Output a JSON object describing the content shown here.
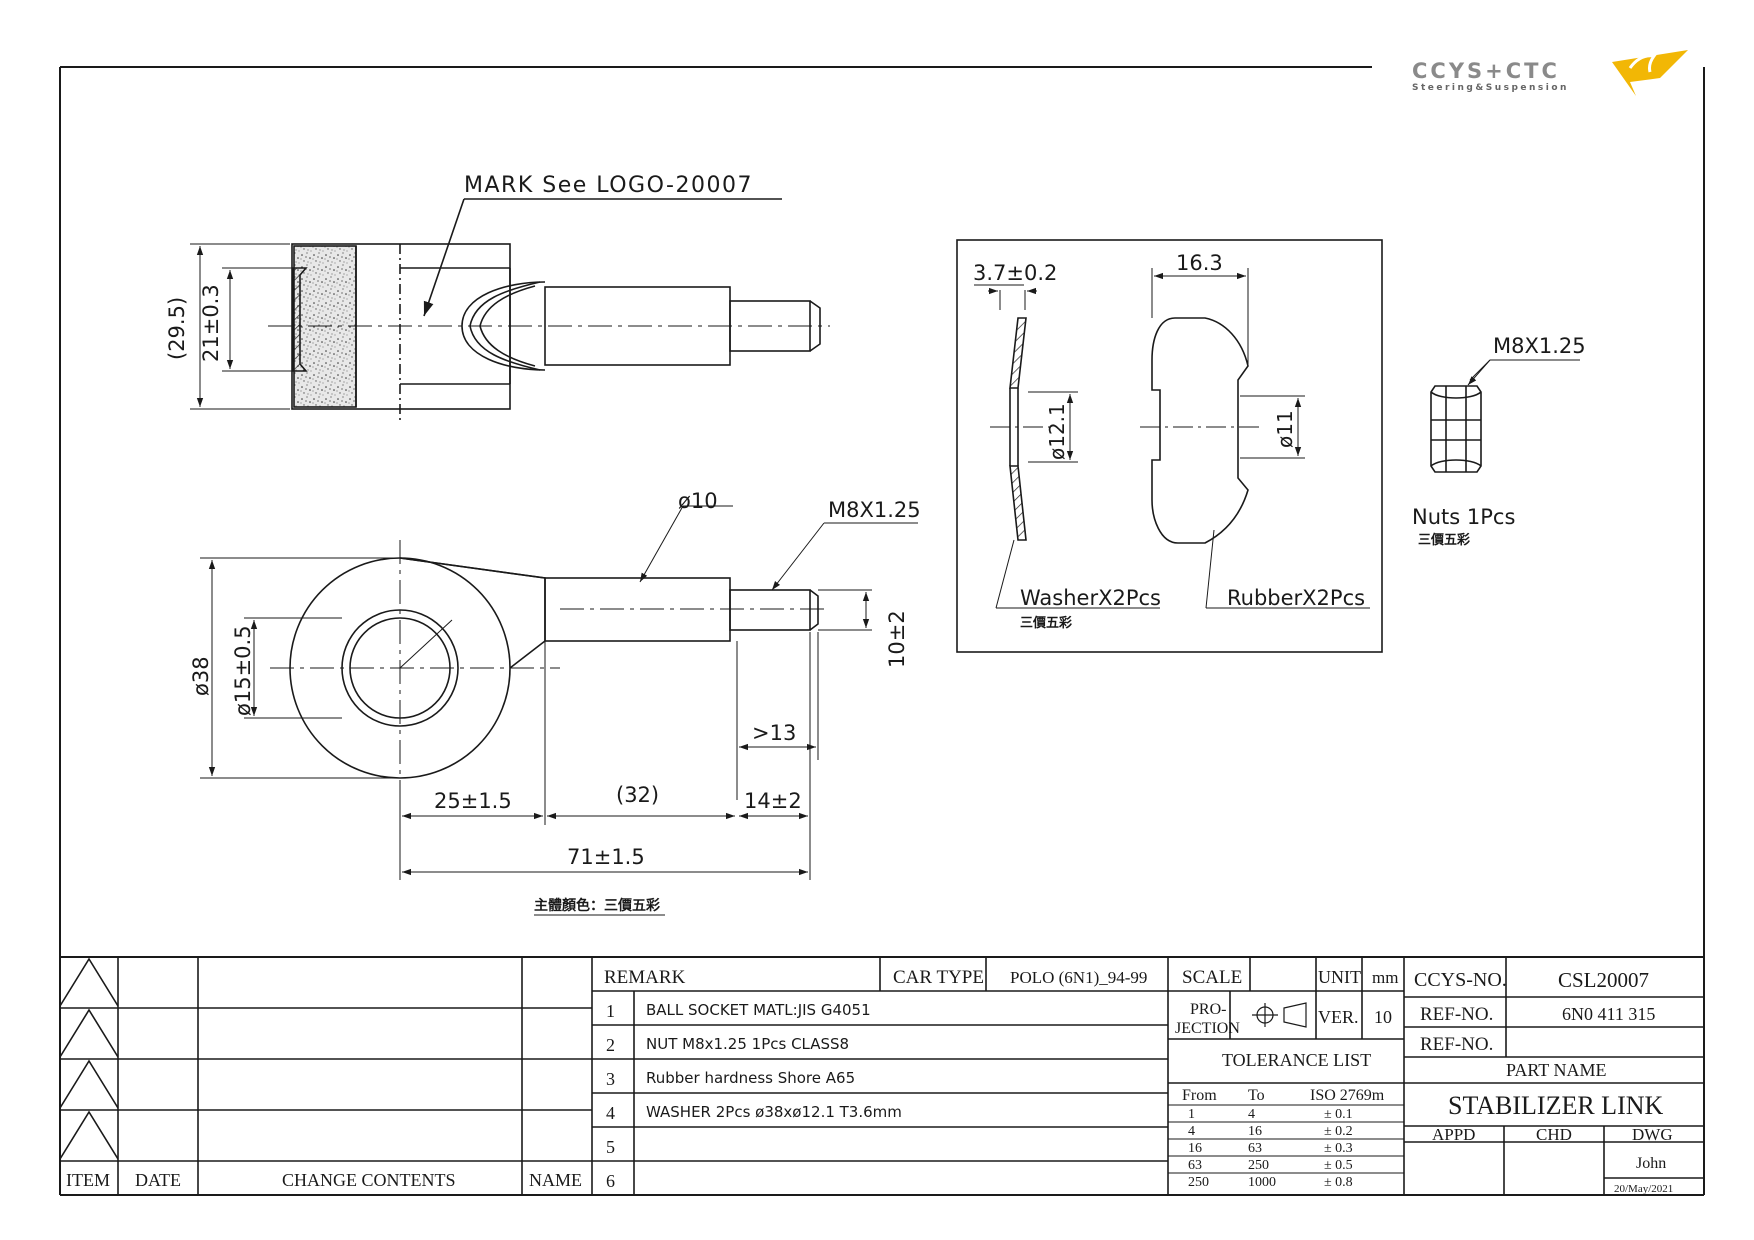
{
  "logo": {
    "name": "CCYS+CTC",
    "tagline": "Steering&Suspension"
  },
  "mark_note": "MARK  See  LOGO-20007",
  "dims": {
    "d29_5": "(29.5)",
    "d21": "21±0.3",
    "d10": "ø10",
    "thread_top": "M8X1.25",
    "d38": "ø38",
    "d15": "ø15±0.5",
    "d10pm2": "10±2",
    "gt13": ">13",
    "d25": "25±1.5",
    "d32": "(32)",
    "d14": "14±2",
    "d71": "71±1.5",
    "washer_t": "3.7±0.2",
    "d12_1": "ø12.1",
    "rubber_w": "16.3",
    "d11": "ø11",
    "nut_thread": "M8X1.25"
  },
  "labels": {
    "washer": "WasherX2Pcs",
    "washer_color": "三價五彩",
    "rubber": "RubberX2Pcs",
    "nuts": "Nuts  1Pcs",
    "nuts_color": "三價五彩",
    "body_color": "主體顏色：三價五彩"
  },
  "revision": {
    "headers": [
      "ITEM",
      "DATE",
      "CHANGE CONTENTS",
      "NAME"
    ]
  },
  "remark": {
    "label": "REMARK",
    "car_type_label": "CAR TYPE",
    "car_type": "POLO (6N1)_94-99",
    "items": [
      {
        "no": "1",
        "text": "BALL  SOCKET  MATL:JIS  G4051"
      },
      {
        "no": "2",
        "text": "NUT  M8x1.25  1Pcs  CLASS8"
      },
      {
        "no": "3",
        "text": "Rubber  hardness  Shore  A65"
      },
      {
        "no": "4",
        "text": "WASHER  2Pcs  ø38xø12.1  T3.6mm"
      },
      {
        "no": "5",
        "text": ""
      },
      {
        "no": "6",
        "text": ""
      }
    ]
  },
  "scale": {
    "label": "SCALE",
    "unit_label": "UNIT",
    "unit": "mm",
    "projection": "PRO-\nJECTION",
    "proj_line1": "PRO-",
    "proj_line2": "JECTION",
    "ver_label": "VER.",
    "ver": "10"
  },
  "tolerance": {
    "title": "TOLERANCE LIST",
    "headers": [
      "From",
      "To",
      "ISO 2769m"
    ],
    "rows": [
      [
        "1",
        "4",
        "± 0.1"
      ],
      [
        "4",
        "16",
        "± 0.2"
      ],
      [
        "16",
        "63",
        "± 0.3"
      ],
      [
        "63",
        "250",
        "± 0.5"
      ],
      [
        "250",
        "1000",
        "± 0.8"
      ]
    ]
  },
  "title_block": {
    "ccys_label": "CCYS-NO.",
    "ccys_no": "CSL20007",
    "ref_label": "REF-NO.",
    "ref_no": "6N0 411 315",
    "ref_label2": "REF-NO.",
    "ref_no2": "",
    "part_name_label": "PART NAME",
    "part_name": "STABILIZER LINK",
    "appd": "APPD",
    "chd": "CHD",
    "dwg": "DWG",
    "drawer": "John",
    "date": "20/May/2021"
  }
}
